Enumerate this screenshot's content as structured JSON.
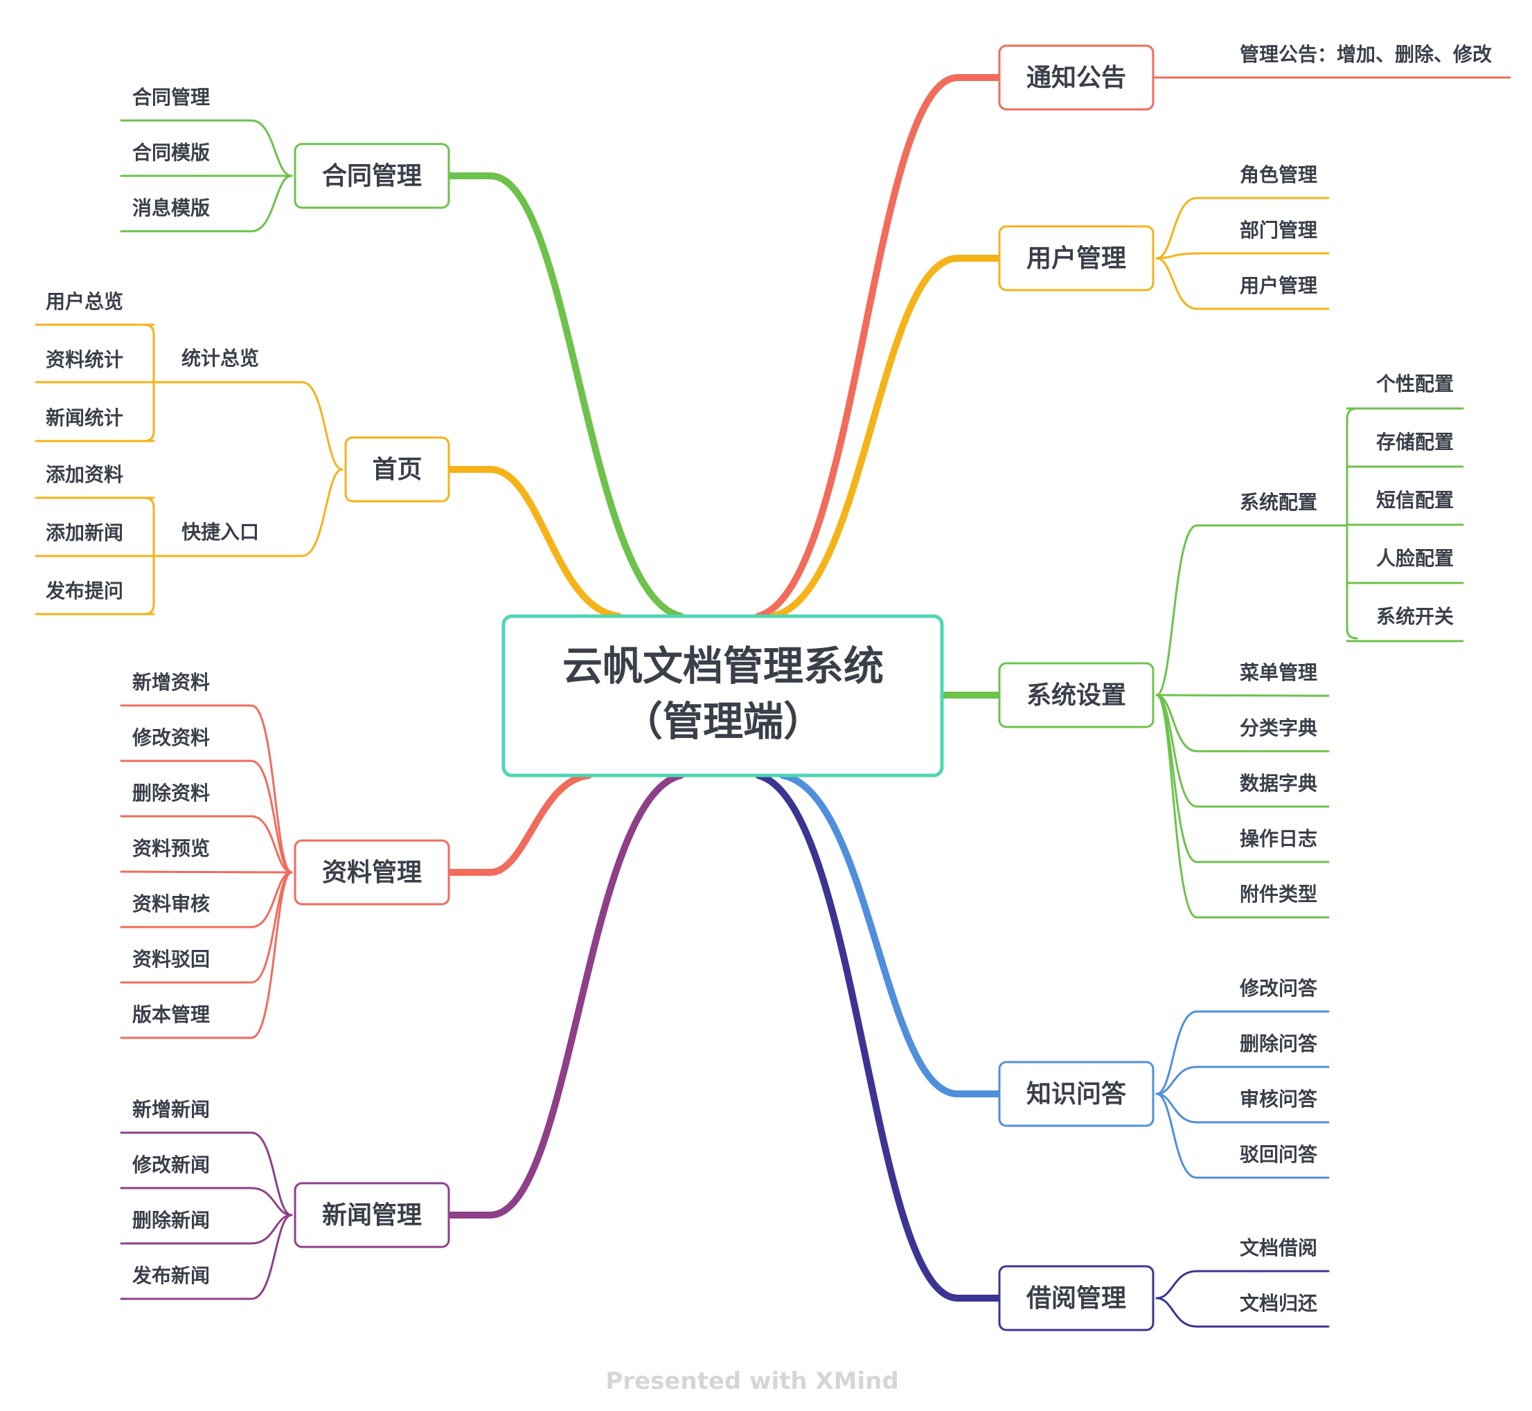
{
  "central": {
    "line1": "云帆文档管理系统",
    "line2": "（管理端）"
  },
  "footer": "Presented with XMind",
  "colors": {
    "central_border": "#4ed6b2",
    "notice": "#f26b5b",
    "user": "#f5b318",
    "system": "#6cc24a",
    "qa": "#4f8fdc",
    "borrow": "#3b3494",
    "contract": "#6cc24a",
    "home": "#f5b318",
    "docs": "#f26b5b",
    "news": "#8e3f88"
  },
  "topics": {
    "notice": {
      "label": "通知公告",
      "children": [
        "管理公告：增加、删除、修改"
      ]
    },
    "user": {
      "label": "用户管理",
      "children": [
        "角色管理",
        "部门管理",
        "用户管理"
      ]
    },
    "system": {
      "label": "系统设置",
      "config": {
        "label": "系统配置",
        "children": [
          "个性配置",
          "存储配置",
          "短信配置",
          "人脸配置",
          "系统开关"
        ]
      },
      "children": [
        "菜单管理",
        "分类字典",
        "数据字典",
        "操作日志",
        "附件类型"
      ]
    },
    "qa": {
      "label": "知识问答",
      "children": [
        "修改问答",
        "删除问答",
        "审核问答",
        "驳回问答"
      ]
    },
    "borrow": {
      "label": "借阅管理",
      "children": [
        "文档借阅",
        "文档归还"
      ]
    },
    "contract": {
      "label": "合同管理",
      "children": [
        "合同管理",
        "合同模版",
        "消息模版"
      ]
    },
    "home": {
      "label": "首页",
      "stats": {
        "label": "统计总览",
        "children": [
          "用户总览",
          "资料统计",
          "新闻统计"
        ]
      },
      "shortcut": {
        "label": "快捷入口",
        "children": [
          "添加资料",
          "添加新闻",
          "发布提问"
        ]
      }
    },
    "docs": {
      "label": "资料管理",
      "children": [
        "新增资料",
        "修改资料",
        "删除资料",
        "资料预览",
        "资料审核",
        "资料驳回",
        "版本管理"
      ]
    },
    "news": {
      "label": "新闻管理",
      "children": [
        "新增新闻",
        "修改新闻",
        "删除新闻",
        "发布新闻"
      ]
    }
  }
}
